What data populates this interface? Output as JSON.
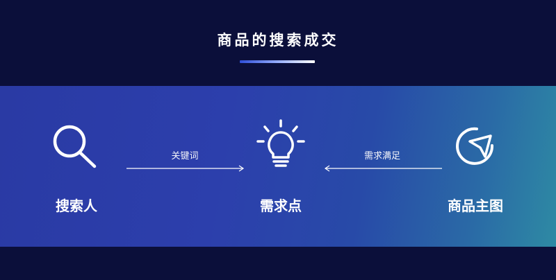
{
  "title": "商品的搜索成交",
  "nodes": [
    {
      "label": "搜索人",
      "icon": "search-icon"
    },
    {
      "label": "需求点",
      "icon": "lightbulb-icon"
    },
    {
      "label": "商品主图",
      "icon": "cursor-pointer-icon"
    }
  ],
  "arrows": [
    {
      "label": "关键词",
      "direction": "right"
    },
    {
      "label": "需求满足",
      "direction": "left"
    }
  ],
  "colors": {
    "background_dark": "#0b0f3a",
    "band_start": "#2a3aa4",
    "band_end": "#2e8aa4",
    "foreground": "#ffffff"
  }
}
